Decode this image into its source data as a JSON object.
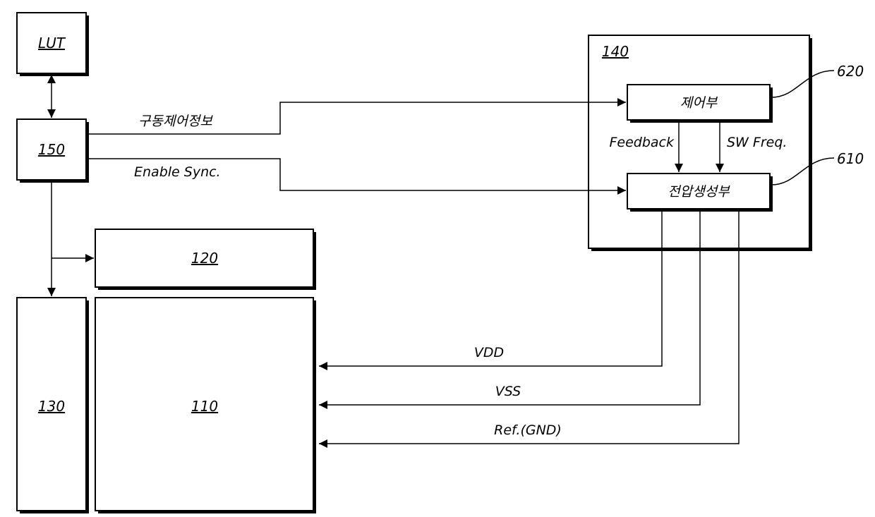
{
  "blocks": {
    "lut": "LUT",
    "b150": "150",
    "b140": "140",
    "b120": "120",
    "b130": "130",
    "b110": "110",
    "control": "제어부",
    "voltage_gen": "전압생성부"
  },
  "refs": {
    "r620": "620",
    "r610": "610"
  },
  "signals": {
    "drive_info": "구동제어정보",
    "enable_sync": "Enable Sync.",
    "feedback": "Feedback",
    "sw_freq": "SW Freq.",
    "vdd": "VDD",
    "vss": "VSS",
    "ref_gnd": "Ref.(GND)"
  }
}
